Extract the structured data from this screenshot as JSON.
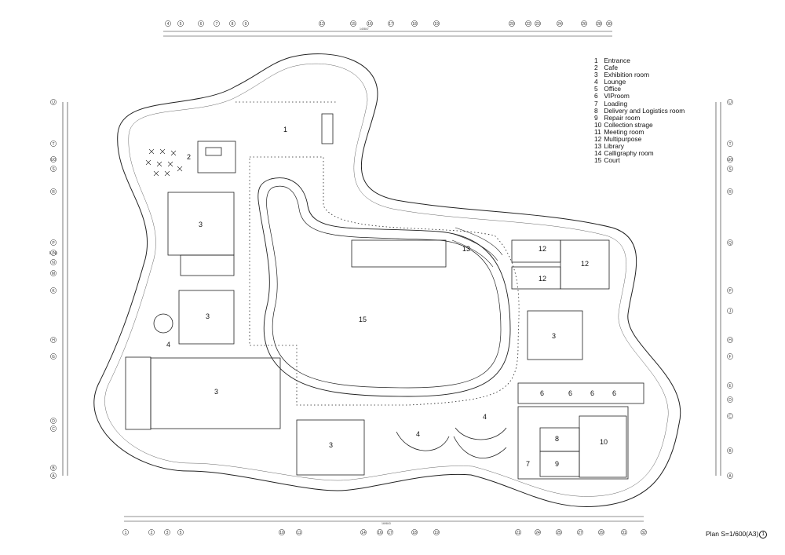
{
  "legend": [
    {
      "num": "1",
      "label": "Entrance"
    },
    {
      "num": "2",
      "label": "Cafe"
    },
    {
      "num": "3",
      "label": "Exhibition room"
    },
    {
      "num": "4",
      "label": "Lounge"
    },
    {
      "num": "5",
      "label": "Office"
    },
    {
      "num": "6",
      "label": "VIProom"
    },
    {
      "num": "7",
      "label": "Loading"
    },
    {
      "num": "8",
      "label": "Delivery and Logistics  room"
    },
    {
      "num": "9",
      "label": "Repair room"
    },
    {
      "num": "10",
      "label": "Collection strage"
    },
    {
      "num": "11",
      "label": "Meeting room"
    },
    {
      "num": "12",
      "label": "Multipurpose"
    },
    {
      "num": "13",
      "label": "Library"
    },
    {
      "num": "14",
      "label": "Calligraphy room"
    },
    {
      "num": "15",
      "label": "Court"
    }
  ],
  "room_labels": [
    "1",
    "2",
    "3",
    "3",
    "3",
    "3",
    "3",
    "4",
    "4",
    "4",
    "6",
    "6",
    "6",
    "6",
    "7",
    "8",
    "9",
    "10",
    "12",
    "12",
    "12",
    "13",
    "15"
  ],
  "grid_top": [
    "4",
    "5",
    "6",
    "7",
    "8",
    "9",
    "12",
    "15",
    "16",
    "17",
    "18",
    "19",
    "20",
    "22",
    "23",
    "24",
    "26",
    "28",
    "30"
  ],
  "grid_bottom": [
    "1",
    "2",
    "3",
    "5",
    "10",
    "11",
    "14",
    "16",
    "17",
    "18",
    "19",
    "21",
    "24",
    "25",
    "27",
    "29",
    "31",
    "32"
  ],
  "grid_left": [
    "U",
    "T",
    "U0",
    "S",
    "R",
    "P",
    "L(N)",
    "N",
    "M",
    "K",
    "H",
    "G",
    "D",
    "C",
    "B",
    "A"
  ],
  "grid_right": [
    "U",
    "T",
    "U0",
    "S",
    "R",
    "Q",
    "P",
    "J",
    "H",
    "F",
    "E",
    "D",
    "C",
    "B",
    "A"
  ],
  "dim_top_total": "140847",
  "dim_bottom_total": "169843",
  "scale_note": "Plan S=1/600(A3)",
  "north_mark": "1"
}
